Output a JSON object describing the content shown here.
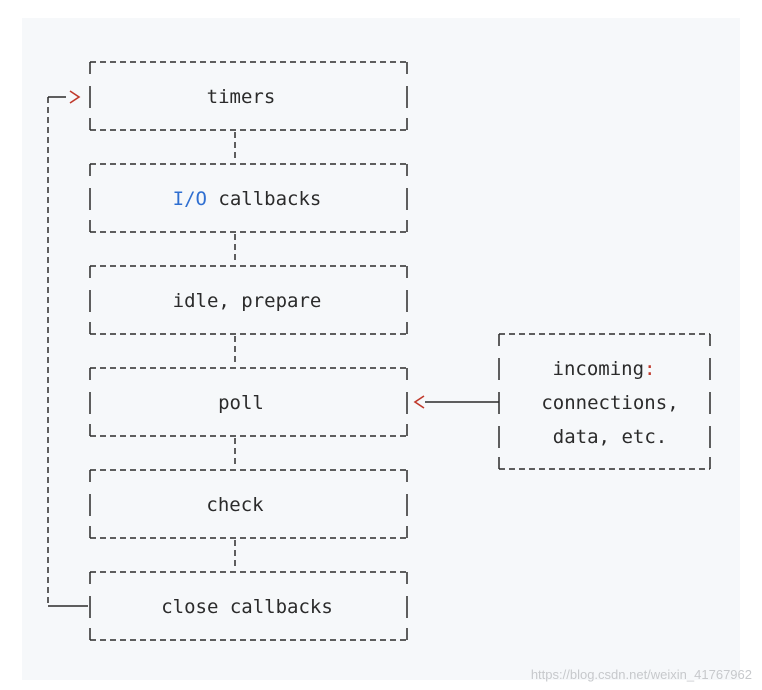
{
  "phases": [
    {
      "label": "timers"
    },
    {
      "label_prefix": "I/O",
      "label_suffix": " callbacks"
    },
    {
      "label": "idle, prepare"
    },
    {
      "label": "poll"
    },
    {
      "label": "check"
    },
    {
      "label": "close callbacks"
    }
  ],
  "incoming": {
    "line1_word": "incoming",
    "line1_colon": ":",
    "line2": "connections,",
    "line3": "data, etc."
  },
  "watermark": "https://blog.csdn.net/weixin_41767962",
  "colors": {
    "text": "#2b2b2b",
    "io_accent": "#2f6fd1",
    "arrow_accent": "#c0392b"
  }
}
